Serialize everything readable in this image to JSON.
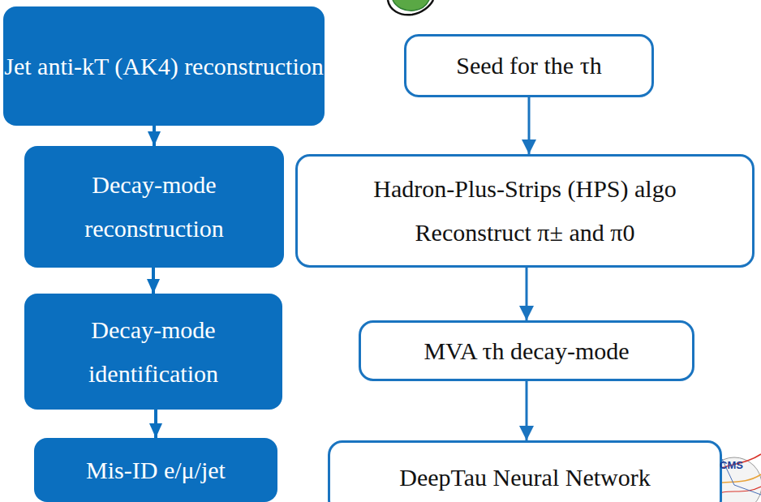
{
  "diagram": {
    "nodes": [
      {
        "text": [
          "Jet anti-kT (AK4) reconstruction"
        ]
      },
      {
        "text": [
          "Decay-mode reconstruction"
        ]
      },
      {
        "text": [
          "Decay-mode identification"
        ]
      },
      {
        "text": [
          "Mis-ID e/μ/jet"
        ]
      },
      {
        "text": [
          "Seed for the τh"
        ]
      },
      {
        "text": [
          "Hadron-Plus-Strips (HPS) algo",
          "Reconstruct π± and π0"
        ]
      },
      {
        "text": [
          "MVA τh decay-mode"
        ]
      },
      {
        "text": [
          "DeepTau Neural Network"
        ]
      }
    ],
    "edges": [
      {
        "from": 0,
        "to": 1,
        "arrow": "to"
      },
      {
        "from": 1,
        "to": 2,
        "arrow": "to"
      },
      {
        "from": 2,
        "to": 3,
        "arrow": "to"
      },
      {
        "from": 4,
        "to": 5,
        "arrow": "to"
      },
      {
        "from": 5,
        "to": 6,
        "arrow": "to"
      },
      {
        "from": 6,
        "to": 7,
        "arrow": "to"
      }
    ],
    "labels": [
      "CMS"
    ]
  }
}
